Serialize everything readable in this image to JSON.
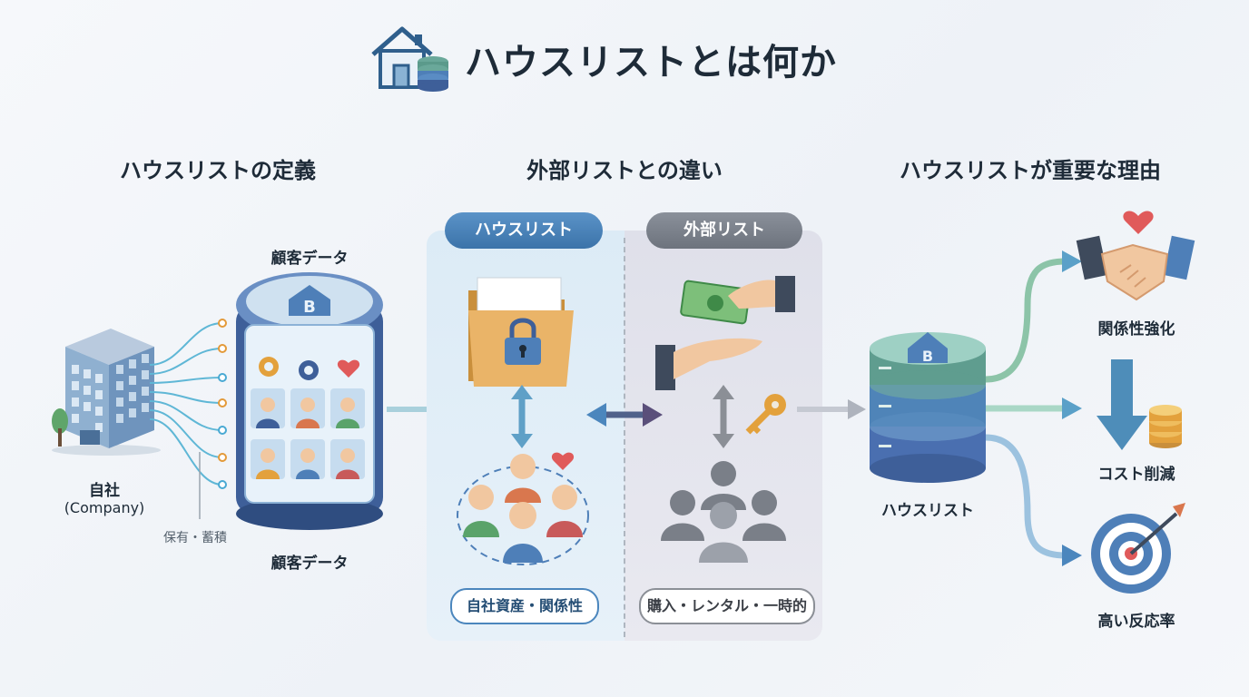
{
  "title": "ハウスリストとは何か",
  "sections": {
    "definition": "ハウスリストの定義",
    "difference": "外部リストとの違い",
    "importance": "ハウスリストが重要な理由"
  },
  "definition": {
    "company_label": "自社",
    "company_sub": "(Company)",
    "data_label_top": "顧客データ",
    "data_label_bottom": "顧客データ",
    "store_label": "保有・蓄積"
  },
  "difference": {
    "house_pill": "ハウスリスト",
    "external_pill": "外部リスト",
    "house_tag": "自社資産・関係性",
    "external_tag": "購入・レンタル・一時的"
  },
  "importance": {
    "db_label": "ハウスリスト",
    "reasons": [
      "関係性強化",
      "コスト削減",
      "高い反応率"
    ]
  },
  "icons": [
    "house-database-icon",
    "building-icon",
    "tablet-database-icon",
    "gear-icon",
    "heart-icon",
    "person-icon",
    "locked-folder-icon",
    "people-group-icon",
    "money-hand-icon",
    "receiving-hand-icon",
    "key-icon",
    "gray-people-icon",
    "database-stack-icon",
    "handshake-icon",
    "down-arrow-coins-icon",
    "target-icon"
  ],
  "colors": {
    "accent_blue": "#4b86bd",
    "accent_gray": "#7a7f88",
    "db_green": "#6aa89a",
    "db_blue": "#4e7fb8",
    "heart": "#e05a5a"
  }
}
